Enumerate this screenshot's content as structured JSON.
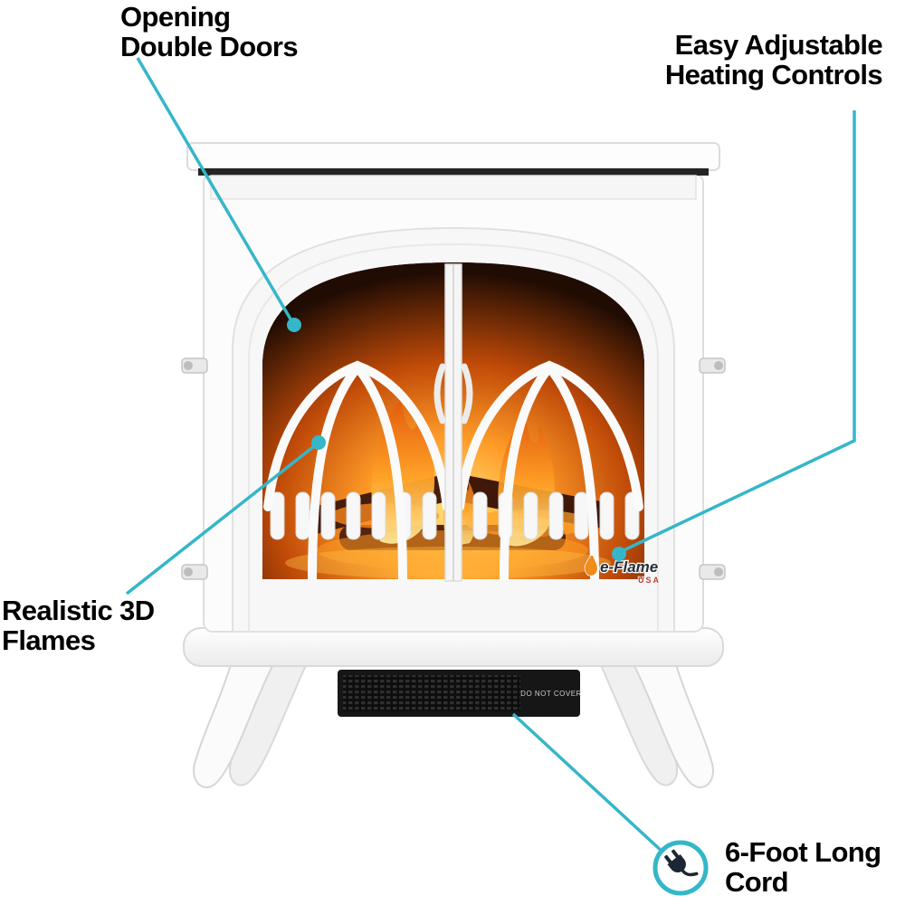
{
  "callouts": {
    "doors": {
      "line1": "Opening",
      "line2": "Double Doors"
    },
    "controls": {
      "line1": "Easy Adjustable",
      "line2": "Heating Controls"
    },
    "flames": {
      "line1": "Realistic 3D",
      "line2": "Flames"
    },
    "cord": {
      "line1": "6-Foot Long",
      "line2": "Cord"
    }
  },
  "product": {
    "brand": "e-Flame",
    "brand_sub": "USA",
    "vent_label": "DO NOT COVER"
  },
  "icons": {
    "plug": "plug-icon",
    "flame": "flame-icon"
  },
  "colors": {
    "accent": "#35b6c9",
    "text": "#000000",
    "fire_glow": "#ff9c28",
    "stove_body": "#fbfbfb"
  }
}
